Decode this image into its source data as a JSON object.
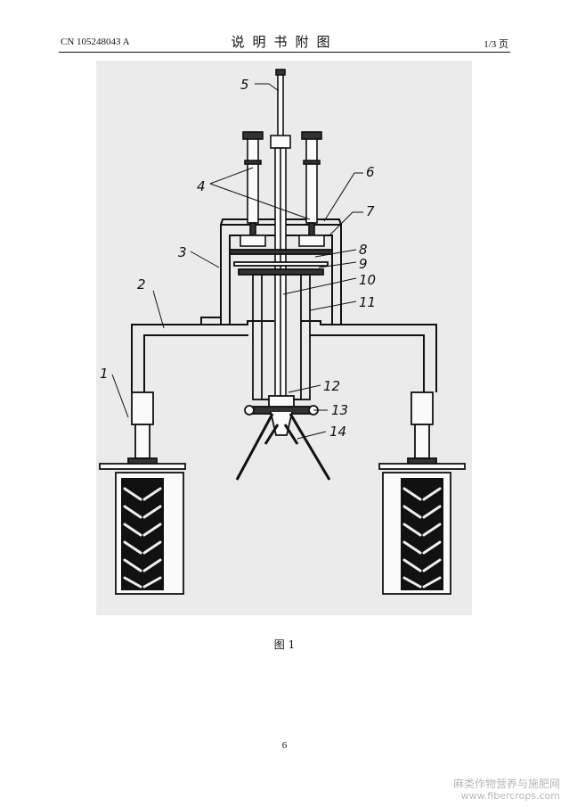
{
  "header": {
    "patent_number": "CN 105248043 A",
    "title": "说明书附图",
    "page_of": "1/3 页"
  },
  "figure": {
    "caption": "图 1",
    "labels": {
      "n1": "1",
      "n2": "2",
      "n3": "3",
      "n4": "4",
      "n5": "5",
      "n6": "6",
      "n7": "7",
      "n8": "8",
      "n9": "9",
      "n10": "10",
      "n11": "11",
      "n12": "12",
      "n13": "13",
      "n14": "14"
    }
  },
  "footer": {
    "page_number": "6"
  },
  "watermark": {
    "line1": "麻类作物营养与施肥网",
    "line2": "www.fibercrops.com"
  }
}
